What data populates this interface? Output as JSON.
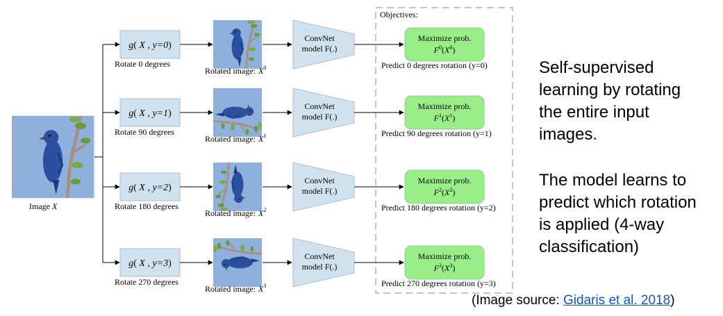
{
  "diagram": {
    "input_label_prefix": "Image",
    "input_label_var": "X",
    "objectives_title": "Objectives:",
    "rows": [
      {
        "func_var": "X",
        "func_y": "y=0",
        "rotate_label": "Rotate 0 degrees",
        "rotated_prefix": "Rotated image:",
        "rotated_var": "X",
        "rotated_sup": "0",
        "convnet_line1": "ConvNet",
        "convnet_line2": "model F(.)",
        "objective_line1": "Maximize prob.",
        "objective_F": "F",
        "objective_sup": "0",
        "objective_arg": "X",
        "objective_arg_sup": "0",
        "predict_label": "Predict 0 degrees rotation (y=0)",
        "angle": 0
      },
      {
        "func_var": "X",
        "func_y": "y=1",
        "rotate_label": "Rotate 90 degrees",
        "rotated_prefix": "Rotated image:",
        "rotated_var": "X",
        "rotated_sup": "1",
        "convnet_line1": "ConvNet",
        "convnet_line2": "model F(.)",
        "objective_line1": "Maximize prob.",
        "objective_F": "F",
        "objective_sup": "1",
        "objective_arg": "X",
        "objective_arg_sup": "1",
        "predict_label": "Predict 90 degrees rotation (y=1)",
        "angle": 90
      },
      {
        "func_var": "X",
        "func_y": "y=2",
        "rotate_label": "Rotate 180 degrees",
        "rotated_prefix": "Rotated image:",
        "rotated_var": "X",
        "rotated_sup": "2",
        "convnet_line1": "ConvNet",
        "convnet_line2": "model F(.)",
        "objective_line1": "Maximize prob.",
        "objective_F": "F",
        "objective_sup": "2",
        "objective_arg": "X",
        "objective_arg_sup": "2",
        "predict_label": "Predict 180 degrees rotation (y=2)",
        "angle": 180
      },
      {
        "func_var": "X",
        "func_y": "y=3",
        "rotate_label": "Rotate 270 degrees",
        "rotated_prefix": "Rotated image:",
        "rotated_var": "X",
        "rotated_sup": "3",
        "convnet_line1": "ConvNet",
        "convnet_line2": "model F(.)",
        "objective_line1": "Maximize prob.",
        "objective_F": "F",
        "objective_sup": "3",
        "objective_arg": "X",
        "objective_arg_sup": "3",
        "predict_label": "Predict 270 degrees rotation (y=3)",
        "angle": 270
      }
    ]
  },
  "description": {
    "paragraph1": [
      "Self-supervised",
      "learning by rotating",
      "the entire input",
      "images."
    ],
    "paragraph2": [
      "The model learns to",
      "predict which rotation",
      "is applied (4-way",
      "classification)"
    ]
  },
  "caption": {
    "open": "(Image source: ",
    "link_text": "Gidaris et al. 2018",
    "close": ")"
  },
  "colors": {
    "image_bg": "#8fb0dd",
    "func_box": "#cfe2ee",
    "convnet": "#cfe2ee",
    "objective": "#99ee88",
    "bird": "#2c4fa0",
    "branch": "#a8917a",
    "leaf": "#6a9a3a",
    "link": "#1155cc"
  }
}
